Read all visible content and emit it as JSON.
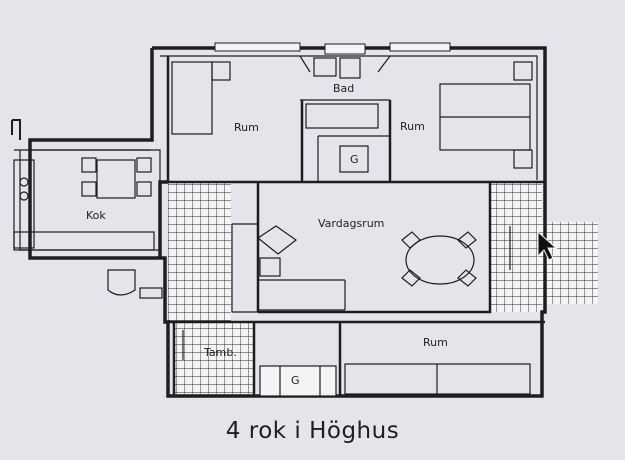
{
  "caption": "4 rok i Höghus",
  "rooms": {
    "bad": "Bad",
    "rum_left": "Rum",
    "rum_right": "Rum",
    "garderob_top": "G",
    "kok": "Kok",
    "vardagsrum": "Vardagsrum",
    "tamb": "Tamb.",
    "garderob_bottom": "G",
    "rum_bottom": "Rum"
  },
  "colors": {
    "background": "#e6e3ea",
    "line": "#1e1e1e"
  },
  "icons": [
    "mouse-pointer-icon"
  ]
}
